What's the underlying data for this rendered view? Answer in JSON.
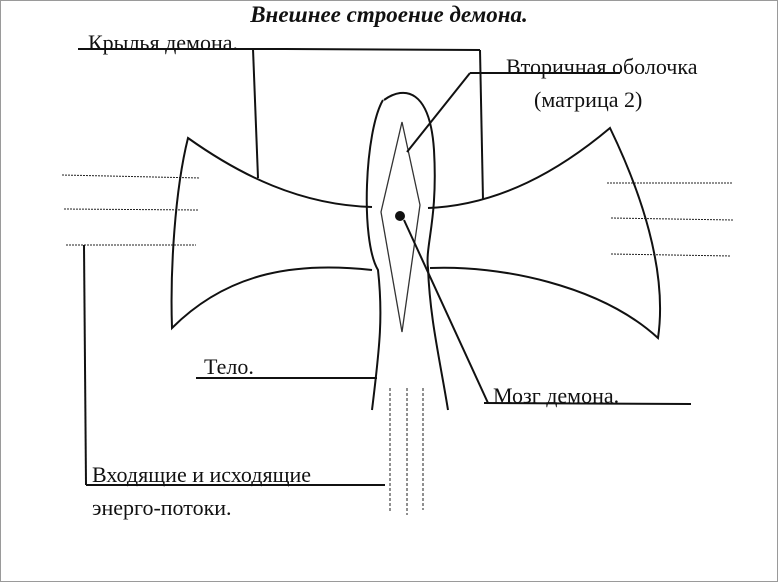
{
  "title": "Внешнее строение демона.",
  "labels": {
    "wings": "Крылья демона.",
    "shell_line1": "Вторичная оболочка",
    "shell_line2": "(матрица 2)",
    "body": "Тело.",
    "brain": "Мозг демона.",
    "flows_line1": "Входящие и исходящие",
    "flows_line2": "энерго-потоки."
  }
}
